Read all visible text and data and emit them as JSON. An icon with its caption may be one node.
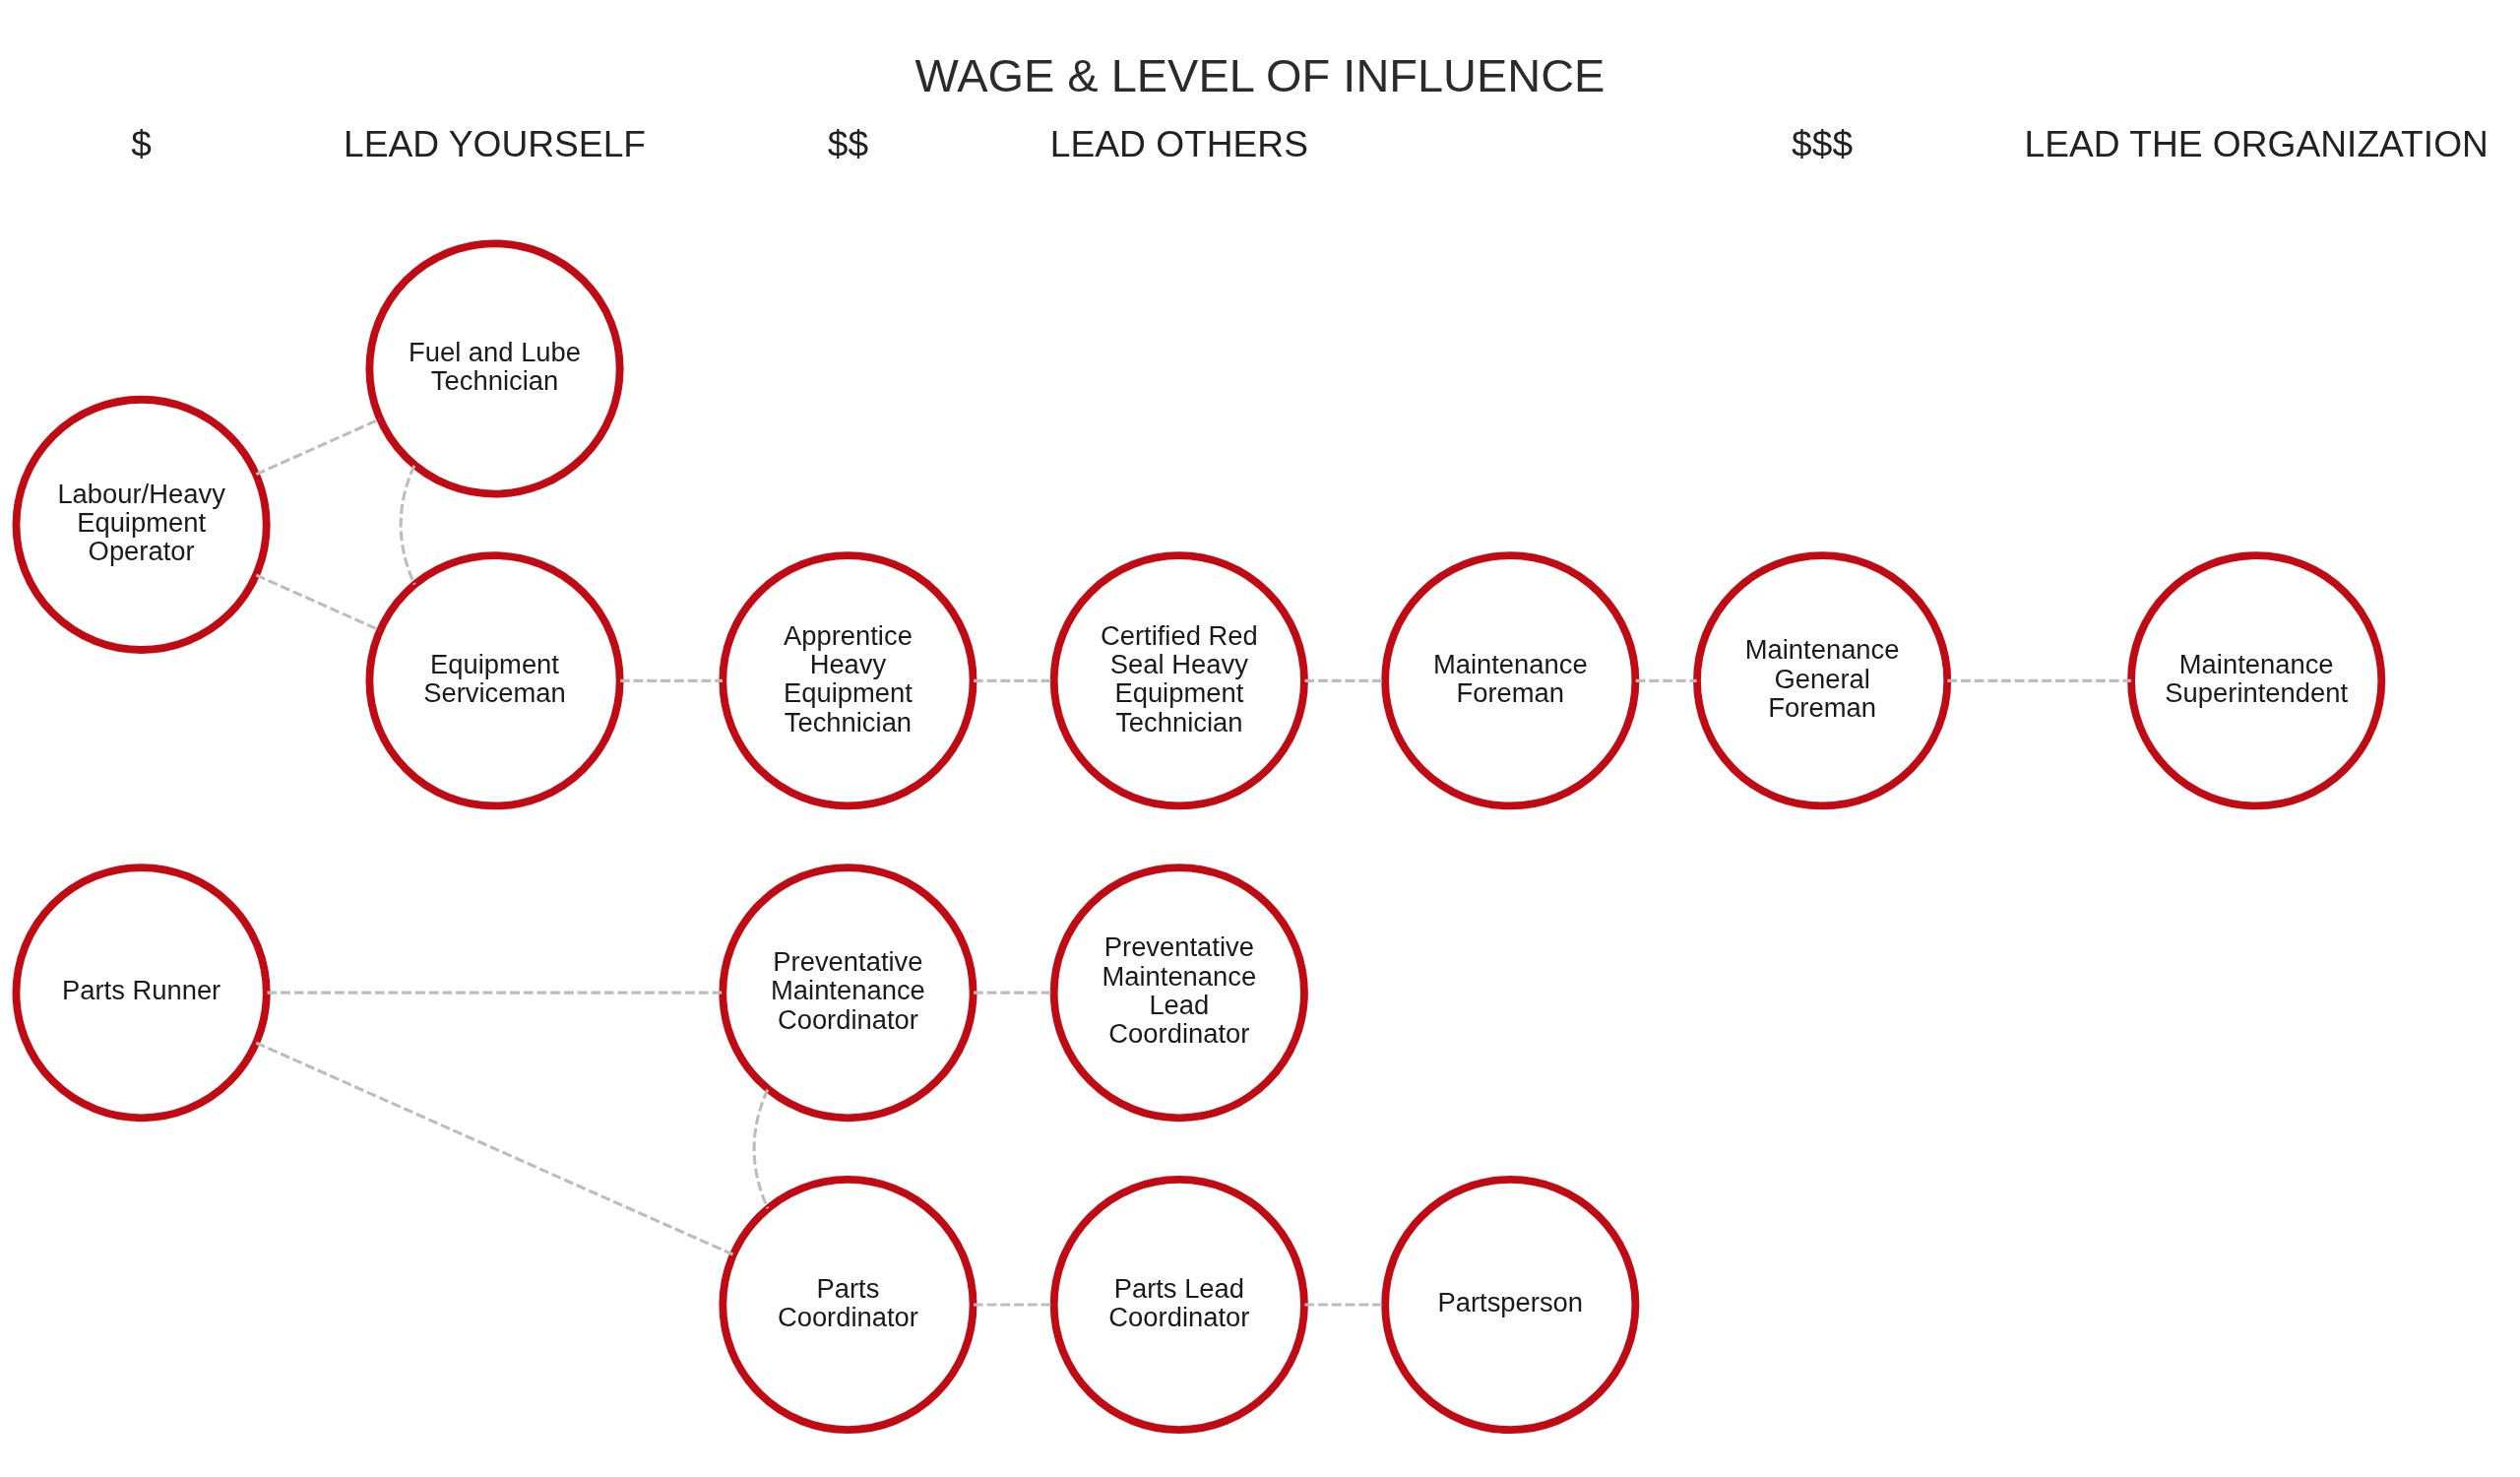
{
  "diagram": {
    "title": "WAGE & LEVEL OF INFLUENCE",
    "nodes": [
      {
        "text": [
          "Fuel and Lube Technician"
        ]
      },
      {
        "text": [
          "Labour/Heavy Equipment Operator"
        ]
      },
      {
        "text": [
          "Equipment Serviceman"
        ]
      },
      {
        "text": [
          "Apprentice Heavy Equipment Technician"
        ]
      },
      {
        "text": [
          "Certified Red Seal Heavy Equipment Technician"
        ]
      },
      {
        "text": [
          "Maintenance Foreman"
        ]
      },
      {
        "text": [
          "Maintenance General Foreman"
        ]
      },
      {
        "text": [
          "Maintenance Superintendent"
        ]
      },
      {
        "text": [
          "Preventative Maintenance Coordinator"
        ]
      },
      {
        "text": [
          "Preventative Maintenance Lead Coordinator"
        ]
      },
      {
        "text": [
          "Parts Runner"
        ]
      },
      {
        "text": [
          "Parts Coordinator"
        ]
      },
      {
        "text": [
          "Parts Lead Coordinator"
        ]
      },
      {
        "text": [
          "Partsperson"
        ]
      }
    ],
    "edges": [
      {
        "from": 1,
        "to": 0,
        "arrow": "none",
        "style": "dashed"
      },
      {
        "from": 1,
        "to": 2,
        "arrow": "none",
        "style": "dashed"
      },
      {
        "from": 0,
        "to": 2,
        "arrow": "none",
        "style": "dashed"
      },
      {
        "from": 2,
        "to": 3,
        "arrow": "none",
        "style": "dashed"
      },
      {
        "from": 3,
        "to": 4,
        "arrow": "none",
        "style": "dashed"
      },
      {
        "from": 4,
        "to": 5,
        "arrow": "none",
        "style": "dashed"
      },
      {
        "from": 5,
        "to": 6,
        "arrow": "none",
        "style": "dashed"
      },
      {
        "from": 6,
        "to": 7,
        "arrow": "none",
        "style": "dashed"
      },
      {
        "from": 10,
        "to": 8,
        "arrow": "none",
        "style": "dashed"
      },
      {
        "from": 10,
        "to": 11,
        "arrow": "none",
        "style": "dashed"
      },
      {
        "from": 8,
        "to": 9,
        "arrow": "none",
        "style": "dashed"
      },
      {
        "from": 8,
        "to": 11,
        "arrow": "none",
        "style": "dashed"
      },
      {
        "from": 11,
        "to": 12,
        "arrow": "none",
        "style": "dashed"
      },
      {
        "from": 12,
        "to": 13,
        "arrow": "none",
        "style": "dashed"
      }
    ],
    "labels": [
      "$",
      "LEAD YOURSELF",
      "$$",
      "LEAD OTHERS",
      "$$$",
      "LEAD THE ORGANIZATION"
    ]
  }
}
